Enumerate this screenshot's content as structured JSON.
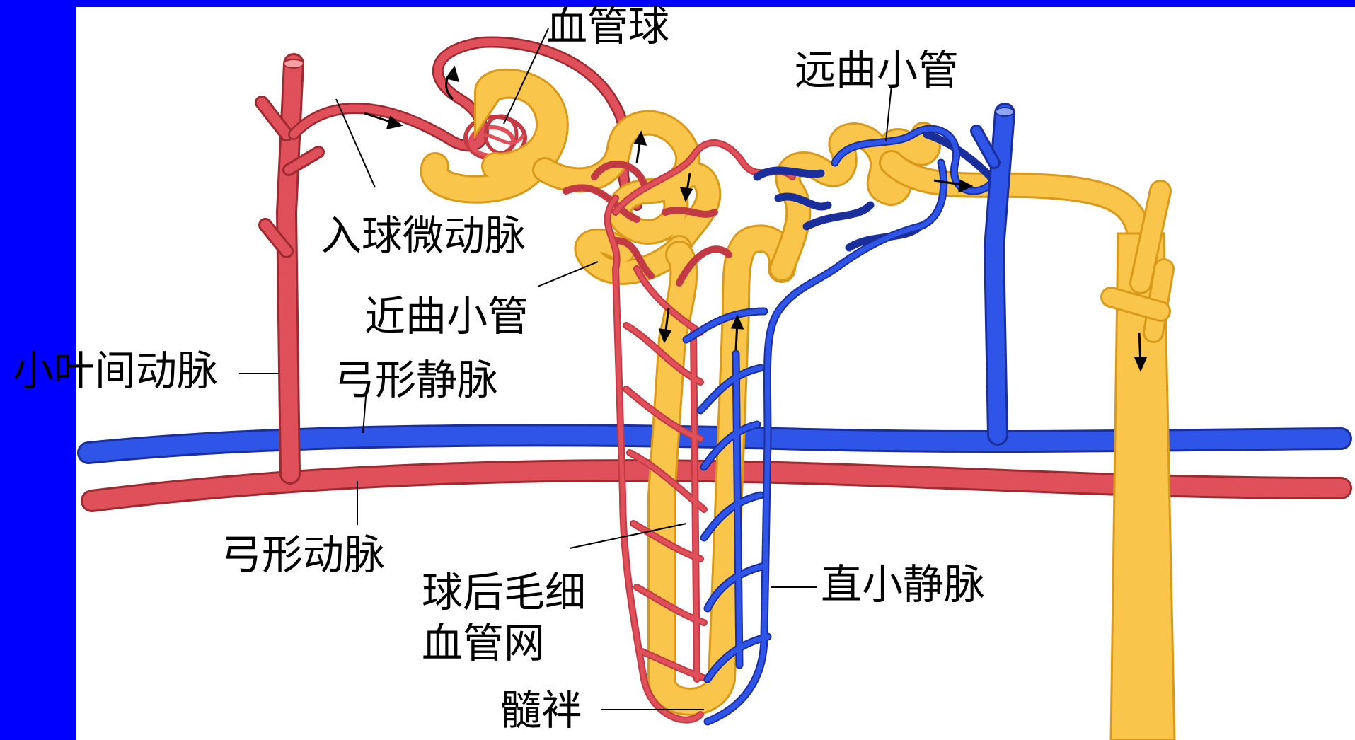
{
  "colors": {
    "background": "#0000ff",
    "panel": "#ffffff",
    "artery": "#e0505a",
    "artery_outline": "#9c2a30",
    "vein": "#2f55e8",
    "vein_outline": "#1a2f9c",
    "tubule": "#f9c54a",
    "tubule_outline": "#d99a1c",
    "leader_line": "#000000"
  },
  "labels": {
    "glomerulus": "血管球",
    "distal_convoluted_tubule": "远曲小管",
    "afferent_arteriole": "入球微动脉",
    "proximal_convoluted_tubule": "近曲小管",
    "interlobular_artery": "小叶间动脉",
    "arcuate_vein": "弓形静脉",
    "arcuate_artery": "弓形动脉",
    "peritubular_capillary_line1": "球后毛细",
    "peritubular_capillary_line2": "血管网",
    "vasa_recta": "直小静脉",
    "medullary_loop": "髓袢"
  }
}
